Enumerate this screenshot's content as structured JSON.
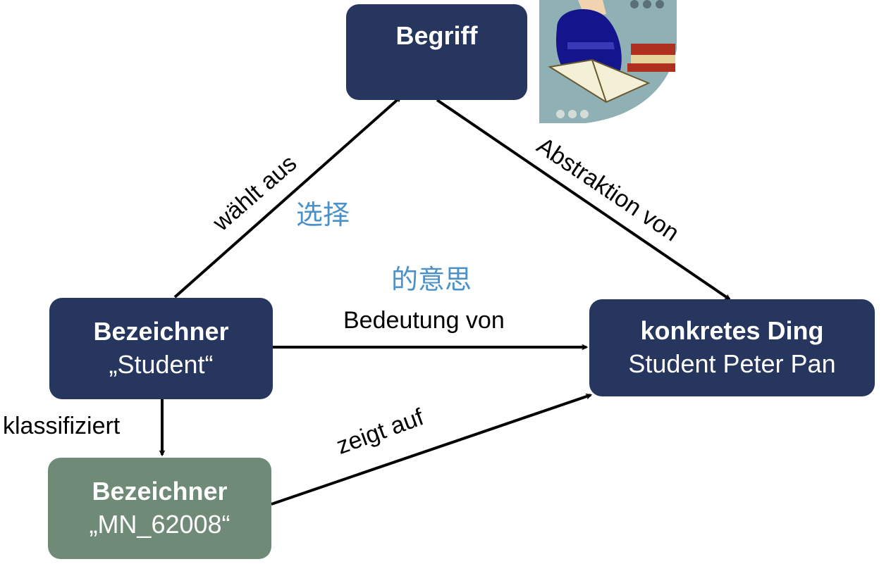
{
  "nodes": {
    "begriff": {
      "title": "Begriff"
    },
    "bezeichner_student": {
      "title": "Bezeichner",
      "value": "„Student“"
    },
    "bezeichner_mn": {
      "title": "Bezeichner",
      "value": "„MN_62008“"
    },
    "konkretes_ding": {
      "title": "konkretes Ding",
      "value": "Student Peter Pan"
    }
  },
  "edges": {
    "waehlt_aus": "wählt aus",
    "abstraktion_von": "Abstraktion von",
    "bedeutung_von": "Bedeutung von",
    "klassifiziert": "klassifiziert",
    "zeigt_auf": "zeigt auf"
  },
  "annotations": {
    "select_zh": "选择",
    "meaning_zh": "的意思"
  },
  "colors": {
    "navy": "#27365f",
    "green": "#6f8b78",
    "annotation_blue": "#4a90c9"
  },
  "icons": [
    "student-reading-clipart"
  ]
}
